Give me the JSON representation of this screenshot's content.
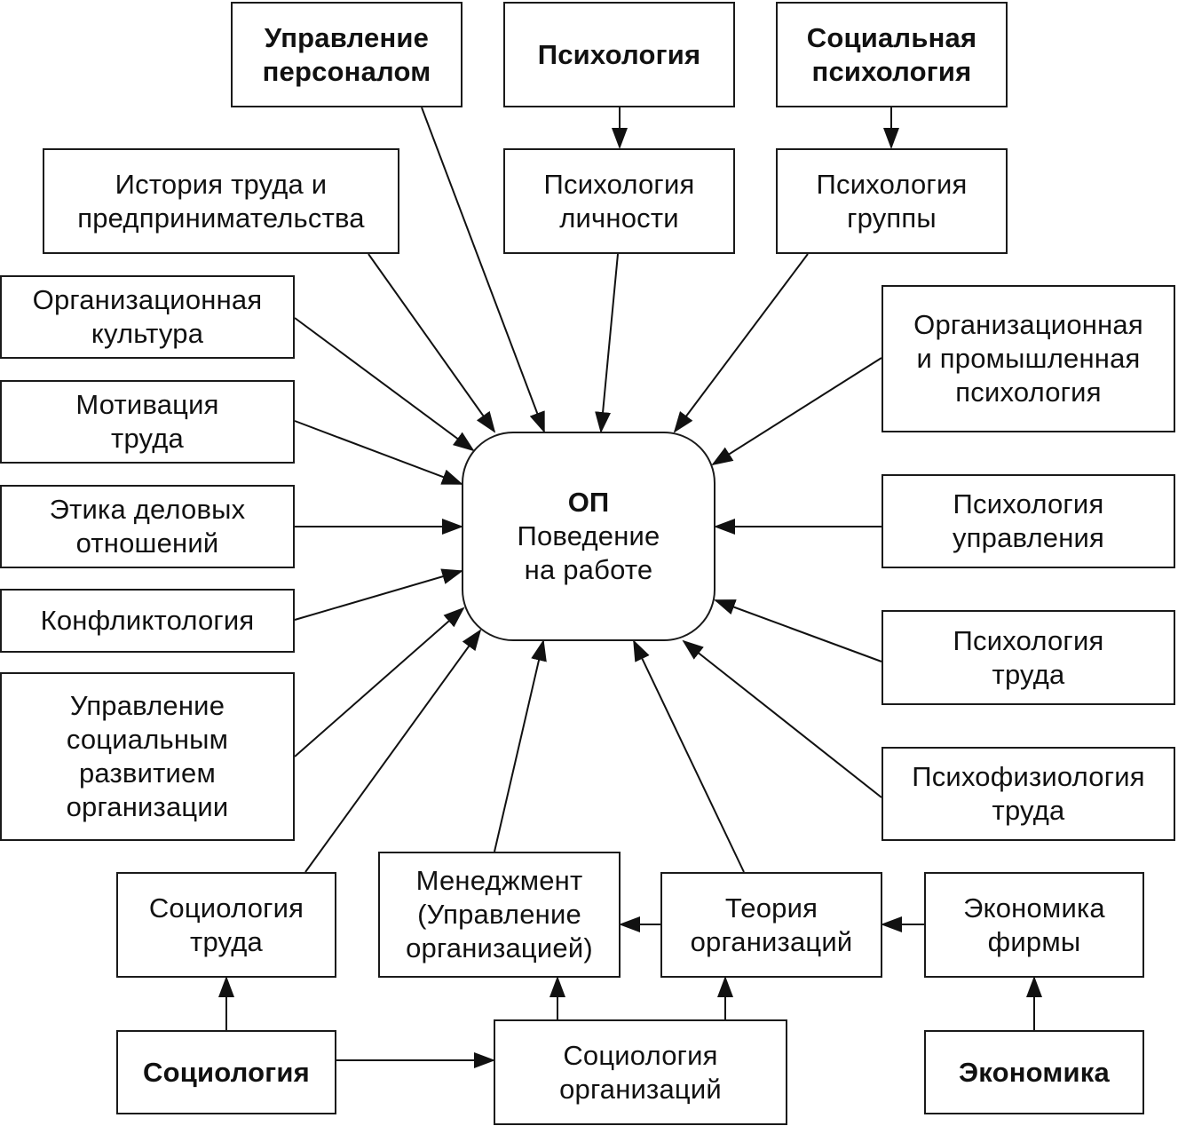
{
  "center": {
    "abbr": "ОП",
    "label": "Поведение\nна работе"
  },
  "boxes": {
    "upravlenie_personalom": "Управление\nперсоналом",
    "psikhologiya": "Психология",
    "socialnaya_psikhologiya": "Социальная\nпсихология",
    "istoriya_truda": "История труда и\nпредпринимательства",
    "psikhologiya_lichnosti": "Психология\nличности",
    "psikhologiya_gruppy": "Психология\nгруппы",
    "org_kultura": "Организационная\nкультура",
    "org_prom_psikhologiya": "Организационная\nи промышленная\nпсихология",
    "motivaciya_truda": "Мотивация\nтруда",
    "etika": "Этика деловых\nотношений",
    "psikhologiya_upravleniya": "Психология\nуправления",
    "konfliktologiya": "Конфликтология",
    "psikhologiya_truda": "Психология\nтруда",
    "upravlenie_soc_razvitiem": "Управление\nсоциальным\nразвитием\nорганизации",
    "psikhofiziologiya_truda": "Психофизиология\nтруда",
    "sociologiya_truda": "Социология\nтруда",
    "menedzhment": "Менеджмент\n(Управление\nорганизацией)",
    "teoriya_organizaciy": "Теория\nорганизаций",
    "ekonomika_firmy": "Экономика\nфирмы",
    "sociologiya": "Социология",
    "sociologiya_organizaciy": "Социология\nорганизаций",
    "ekonomika": "Экономика"
  }
}
